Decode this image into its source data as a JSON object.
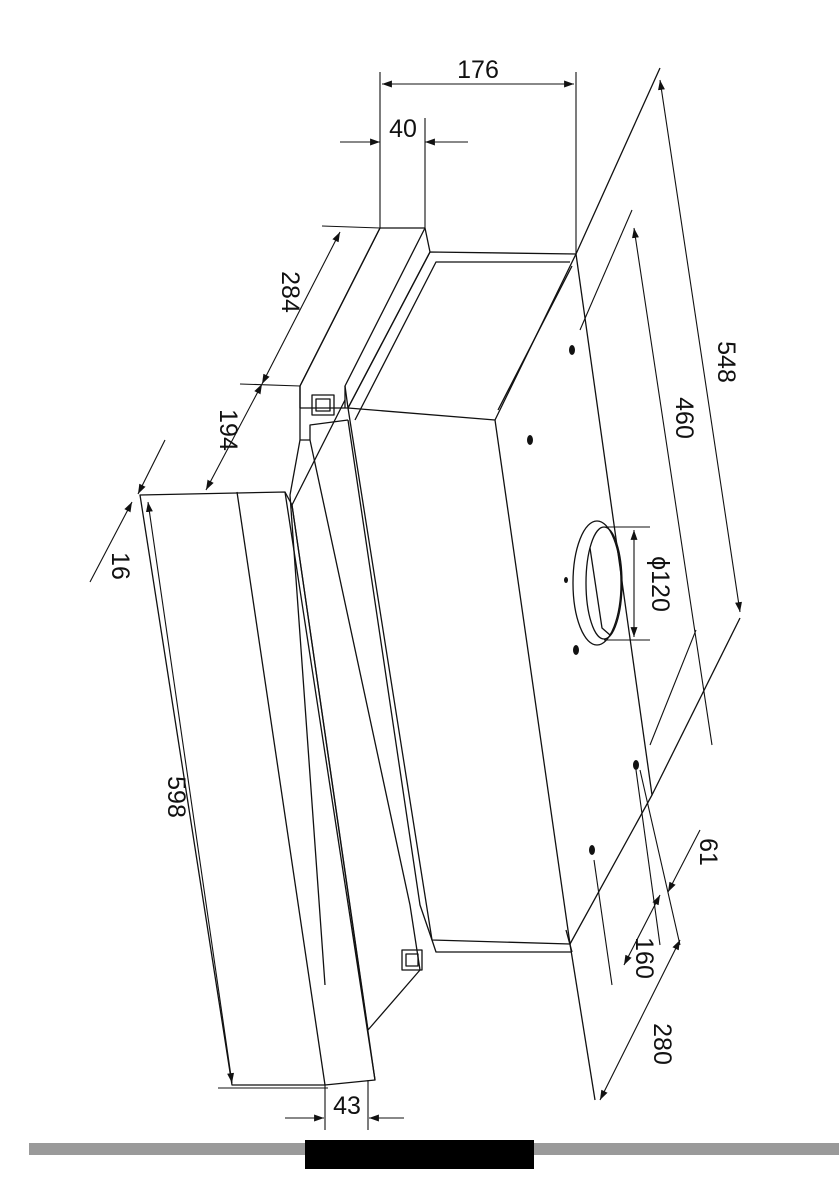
{
  "dimensions": {
    "d176": "176",
    "d40": "40",
    "d284": "284",
    "d194": "194",
    "d16": "16",
    "d598": "598",
    "d43": "43",
    "d548": "548",
    "d460": "460",
    "d120": "ϕ120",
    "d61": "61",
    "d160": "160",
    "d280": "280"
  },
  "colors": {
    "line": "#111111",
    "footer_gray": "#9a9a9a",
    "footer_black": "#000000"
  }
}
